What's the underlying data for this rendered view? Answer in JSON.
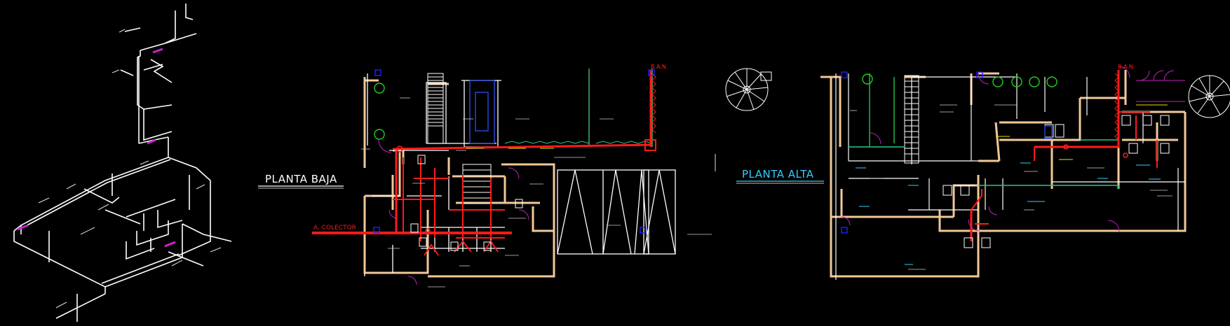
{
  "drawing": {
    "background": "#000000",
    "colors": {
      "wall": "#ffffff",
      "wall_fill": "#f2c89a",
      "sewer": "#ff1a1a",
      "iso_line": "#ffffff",
      "fitting": "#d020d0",
      "tree": "#22cc22",
      "marker": "#2020ff",
      "door": "#c020c0",
      "cyan_title": "#33ccff",
      "grey": "#aaaaaa",
      "glass": "#3355ff",
      "accent_green": "#22cc88",
      "yellow": "#e8e000"
    },
    "labels": {
      "planta_baja": "PLANTA BAJA",
      "planta_alta": "PLANTA ALTA",
      "colector": "A. COLECTOR",
      "ban_left": "B.A.N.",
      "ban_right": "B.A.N."
    }
  }
}
